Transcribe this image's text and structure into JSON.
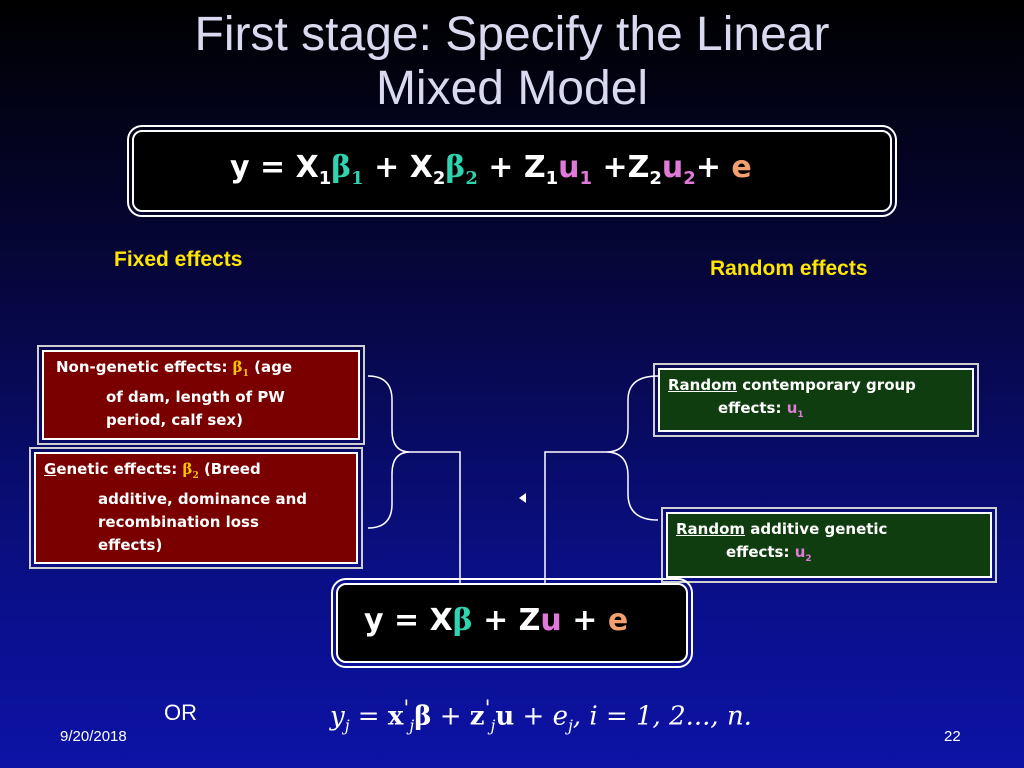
{
  "title": {
    "line1": "First stage: Specify the Linear",
    "line2": "Mixed Model"
  },
  "main_equation": {
    "y": "y = X",
    "s1": "1",
    "beta1": "β",
    "beta1_sub": "1",
    "plus_x2": " + X",
    "s2": "2",
    "beta2": "β",
    "beta2_sub": "2",
    "plus_z1": " + Z",
    "s3": "1",
    "u1": "u",
    "u1_sub": "1",
    "plus_z2": " +Z",
    "s4": "2",
    "u2": "u",
    "u2_sub": "2",
    "plus": "+ ",
    "e": "e"
  },
  "labels": {
    "fixed": "Fixed effects",
    "random": "Random effects"
  },
  "boxes": {
    "non_genetic": {
      "prefix": "Non-genetic effects: ",
      "beta": "β",
      "beta_sub": "1",
      "line1_suffix": " (age",
      "line2": "of dam, length of PW",
      "line3": "period, calf sex)"
    },
    "genetic": {
      "underlined": "G",
      "prefix": "enetic effects: ",
      "beta": "β",
      "beta_sub": "2",
      "line1_suffix": " (Breed",
      "line2": "additive, dominance and",
      "line3": "recombination loss",
      "line4": "effects)"
    },
    "random_contemporary": {
      "underlined": "Random",
      "line1_suffix": " contemporary group",
      "line2": "effects: ",
      "u": "u",
      "u_sub": "1"
    },
    "random_additive": {
      "underlined": "Random",
      "line1_suffix": " additive genetic",
      "line2": "effects: ",
      "u": "u",
      "u_sub": "2"
    }
  },
  "compact_equation": {
    "lhs": "y = X",
    "beta": "β",
    "plus_z": " + Z",
    "u": "u",
    "plus": " + ",
    "e": "e"
  },
  "or_label": "OR",
  "formula": {
    "y": "y",
    "j1": "j",
    "eq": " = ",
    "x": "x",
    "prime1": "'",
    "j2": "j",
    "beta": "β",
    "plus1": " + ",
    "z": "z",
    "prime2": "'",
    "j3": "j",
    "u": "u",
    "plus2": " + ",
    "e": "e",
    "j4": "j",
    "tail": ", i = 1, 2..., n."
  },
  "footer": {
    "date": "9/20/2018",
    "page": "22"
  },
  "colors": {
    "greek": "#2ed3b0",
    "pink": "#e07ad8",
    "orange": "#f2a070",
    "label_yellow": "#ffe600",
    "red_box": "#7a0000",
    "green_box": "#0f3d0f"
  }
}
